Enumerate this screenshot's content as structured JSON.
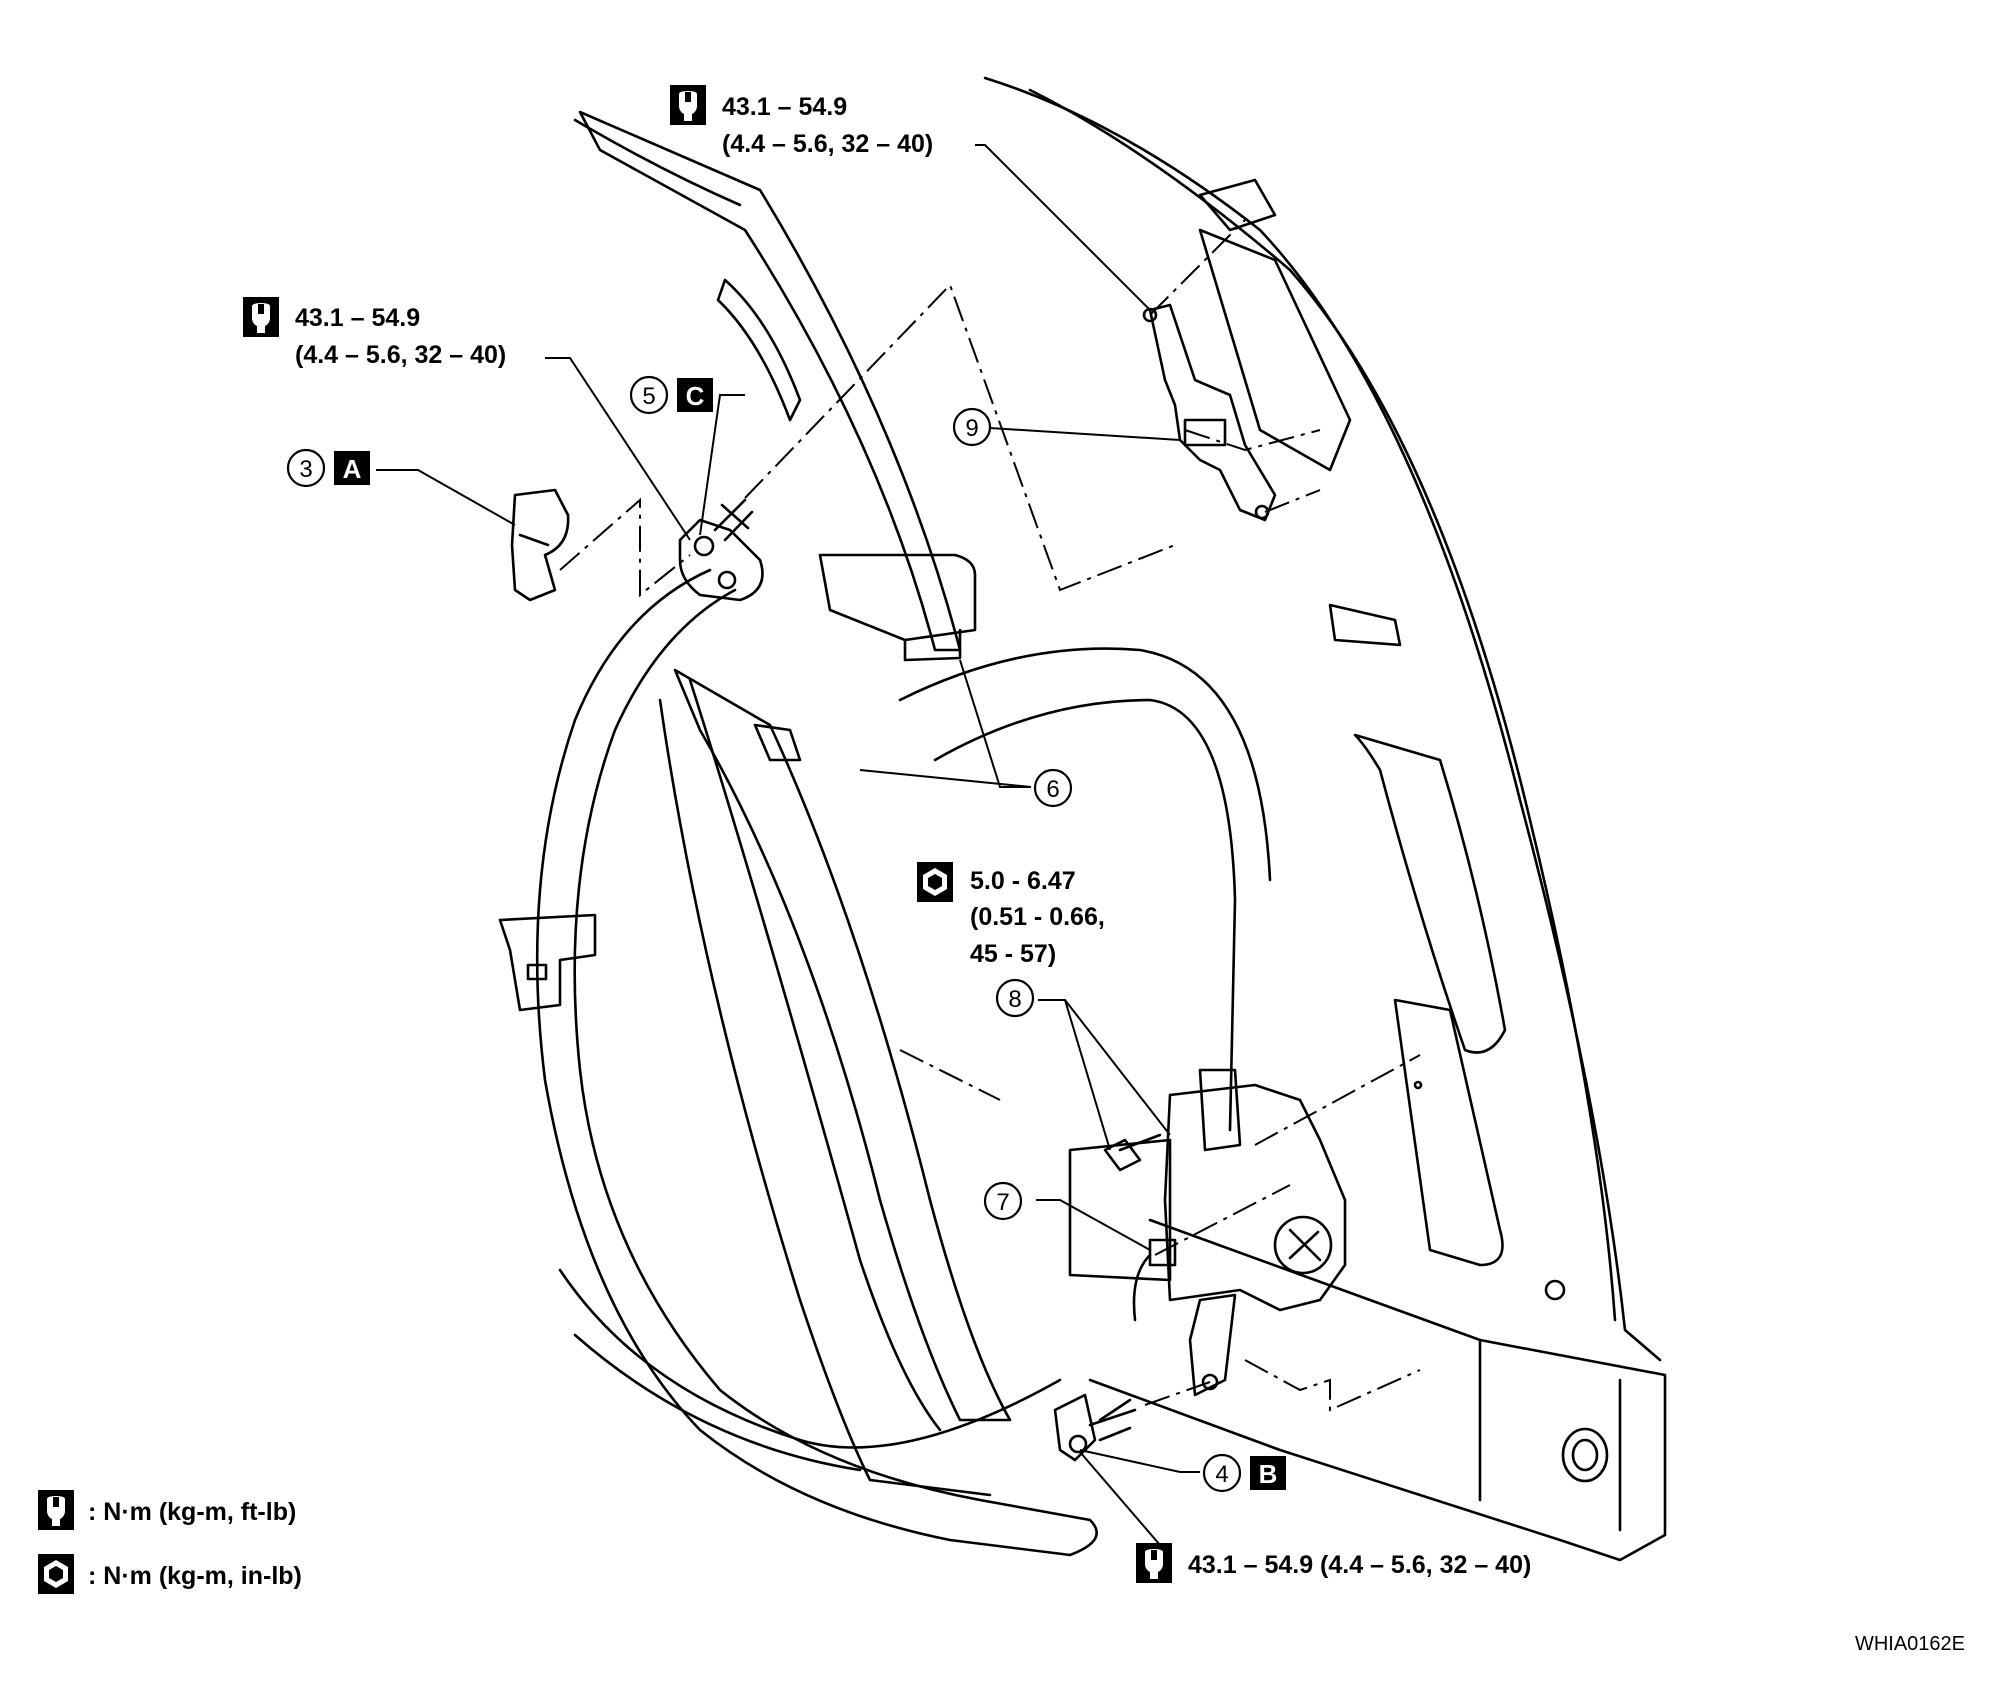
{
  "torque_callouts": {
    "top_right": {
      "line1": "43.1 – 54.9",
      "line2": "(4.4 – 5.6, 32 – 40)"
    },
    "top_left": {
      "line1": "43.1 – 54.9",
      "line2": "(4.4 – 5.6, 32 – 40)"
    },
    "middle": {
      "line1": "5.0 - 6.47",
      "line2": "(0.51 - 0.66,",
      "line3": "45 - 57)"
    },
    "bottom": {
      "line1": "43.1 – 54.9 (4.4 – 5.6, 32 – 40)"
    }
  },
  "parts": {
    "p3": {
      "number": "3",
      "letter": "A"
    },
    "p4": {
      "number": "4",
      "letter": "B"
    },
    "p5": {
      "number": "5",
      "letter": "C"
    },
    "p6": {
      "number": "6"
    },
    "p7": {
      "number": "7"
    },
    "p8": {
      "number": "8"
    },
    "p9": {
      "number": "9"
    }
  },
  "legend": {
    "nm_ftlb": ": N·m (kg-m, ft-lb)",
    "nm_inlb": ": N·m (kg-m, in-lb)"
  },
  "figure_id": "WHIA0162E",
  "icons": {
    "torque_ftlb": "wrench-socket-icon",
    "torque_inlb": "hex-socket-icon"
  }
}
